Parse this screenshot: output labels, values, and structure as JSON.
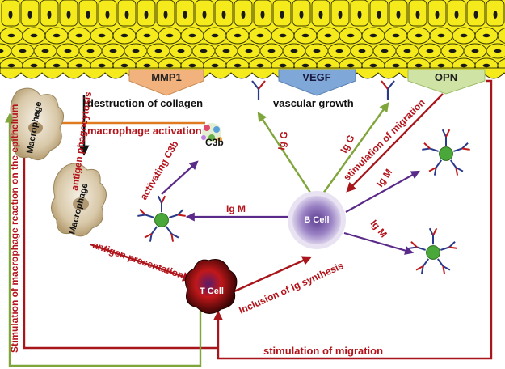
{
  "banners": {
    "mmp1": "MMP1",
    "vegf": "VEGF",
    "opn": "OPN"
  },
  "labels": {
    "destruction_of_collagen": "destruction of collagen",
    "vascular_growth": "vascular growth",
    "macrophage_activation": "macrophage activation",
    "c3b": "C3b",
    "activating_c3b": "activating C3b",
    "antigen_phagocytosis": "antigen phagocytosis",
    "macrophage_top": "Macrophage",
    "macrophage_mid": "Macrophage",
    "antigen_presentation": "antigen presentation",
    "t_cell": "T Cell",
    "b_cell": "B Cell",
    "inclusion_ig_synthesis": "Inclusion of Ig synthesis",
    "stimulation_of_migration_top": "stimulation of migration",
    "stimulation_of_migration_bottom": "stimulation of migration",
    "stimulation_macrophage_reaction": "Stimulation of macrophage reaction on the epithelium",
    "igg_left": "Ig G",
    "igg_right": "Ig G",
    "igm_left": "Ig M",
    "igm_upper_right": "Ig M",
    "igm_lower_right": "Ig M"
  },
  "colors": {
    "epithelium_fill": "#f5ea1c",
    "epithelium_stroke": "#3a3a00",
    "nucleus": "#1a1a1a",
    "arrow_red": "#a8161b",
    "arrow_green": "#7fa63a",
    "arrow_purple": "#5a2a8a",
    "arrow_black": "#111111",
    "arrow_orange": "#e07a20",
    "banner_orange": "#f2b27e",
    "banner_blue": "#7fa8d8",
    "banner_green": "#cfe3a4",
    "text_red": "#b3141b",
    "text_black": "#111111",
    "b_cell": "#7a5aa8",
    "t_cell": "#8a1010"
  }
}
